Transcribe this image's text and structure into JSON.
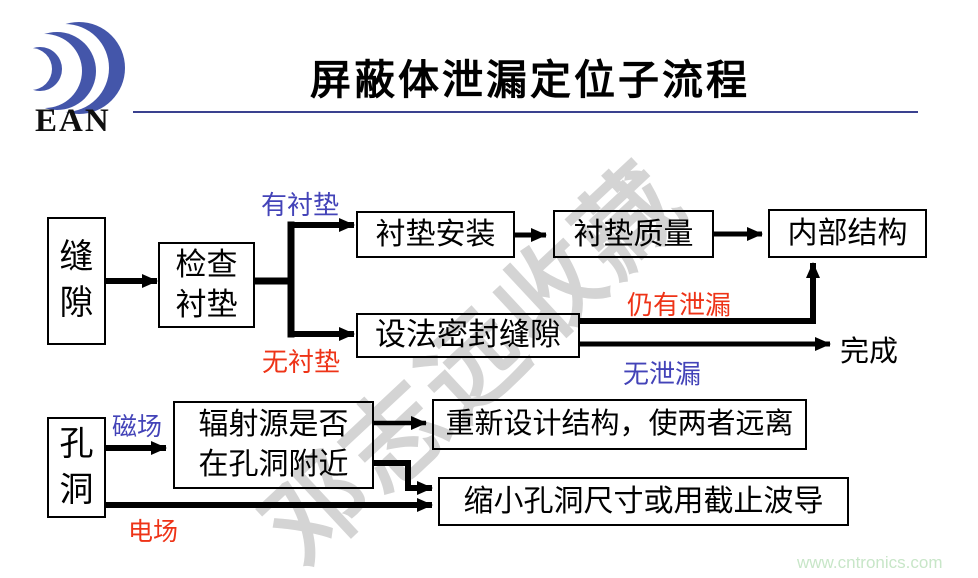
{
  "page": {
    "title": "屏蔽体泄漏定位子流程",
    "logo_text": "EAN",
    "watermark_diagonal": "邓志远收藏",
    "watermark_site": "www.cntronics.com"
  },
  "colors": {
    "accent_blue": "#4343b8",
    "accent_red": "#ee3317",
    "logo_blue": "#4456aa",
    "rule_navy": "#3a418f",
    "watermark_gray": "#d4d4d4",
    "site_green": "#c8e6c8"
  },
  "flowchart": {
    "boxes": [
      {
        "id": "seam",
        "label": "缝\n隙"
      },
      {
        "id": "check-gasket",
        "label": "检查\n衬垫"
      },
      {
        "id": "gasket-install",
        "label": "衬垫安装"
      },
      {
        "id": "gasket-quality",
        "label": "衬垫质量"
      },
      {
        "id": "internal-structure",
        "label": "内部结构"
      },
      {
        "id": "seal-seam",
        "label": "设法密封缝隙"
      },
      {
        "id": "radiation-near-hole",
        "label": "辐射源是否\n在孔洞附近"
      },
      {
        "id": "hole",
        "label": "孔\n洞"
      },
      {
        "id": "redesign",
        "label": "重新设计结构，使两者远离"
      },
      {
        "id": "shrink-hole",
        "label": "缩小孔洞尺寸或用截止波导"
      }
    ],
    "labels": {
      "has_gasket": "有衬垫",
      "no_gasket": "无衬垫",
      "still_leak": "仍有泄漏",
      "no_leak": "无泄漏",
      "done": "完成",
      "magnetic_field": "磁场",
      "electric_field": "电场"
    }
  }
}
